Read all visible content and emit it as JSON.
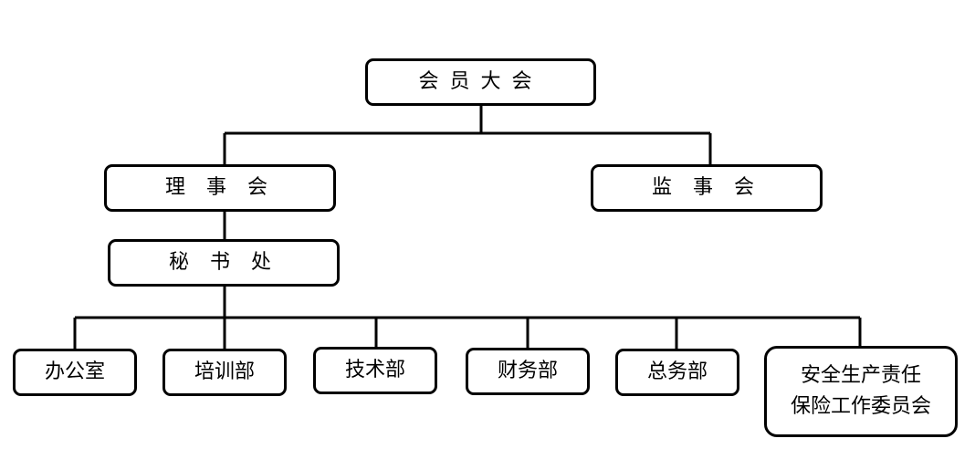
{
  "org": {
    "assembly": "会员大会",
    "council": "理 事 会",
    "supervisors": "监 事 会",
    "secretariat": "秘 书 处",
    "departments": [
      "办公室",
      "培训部",
      "技术部",
      "财务部",
      "总务部"
    ],
    "committee_line1": "安全生产责任",
    "committee_line2": "保险工作委员会"
  }
}
